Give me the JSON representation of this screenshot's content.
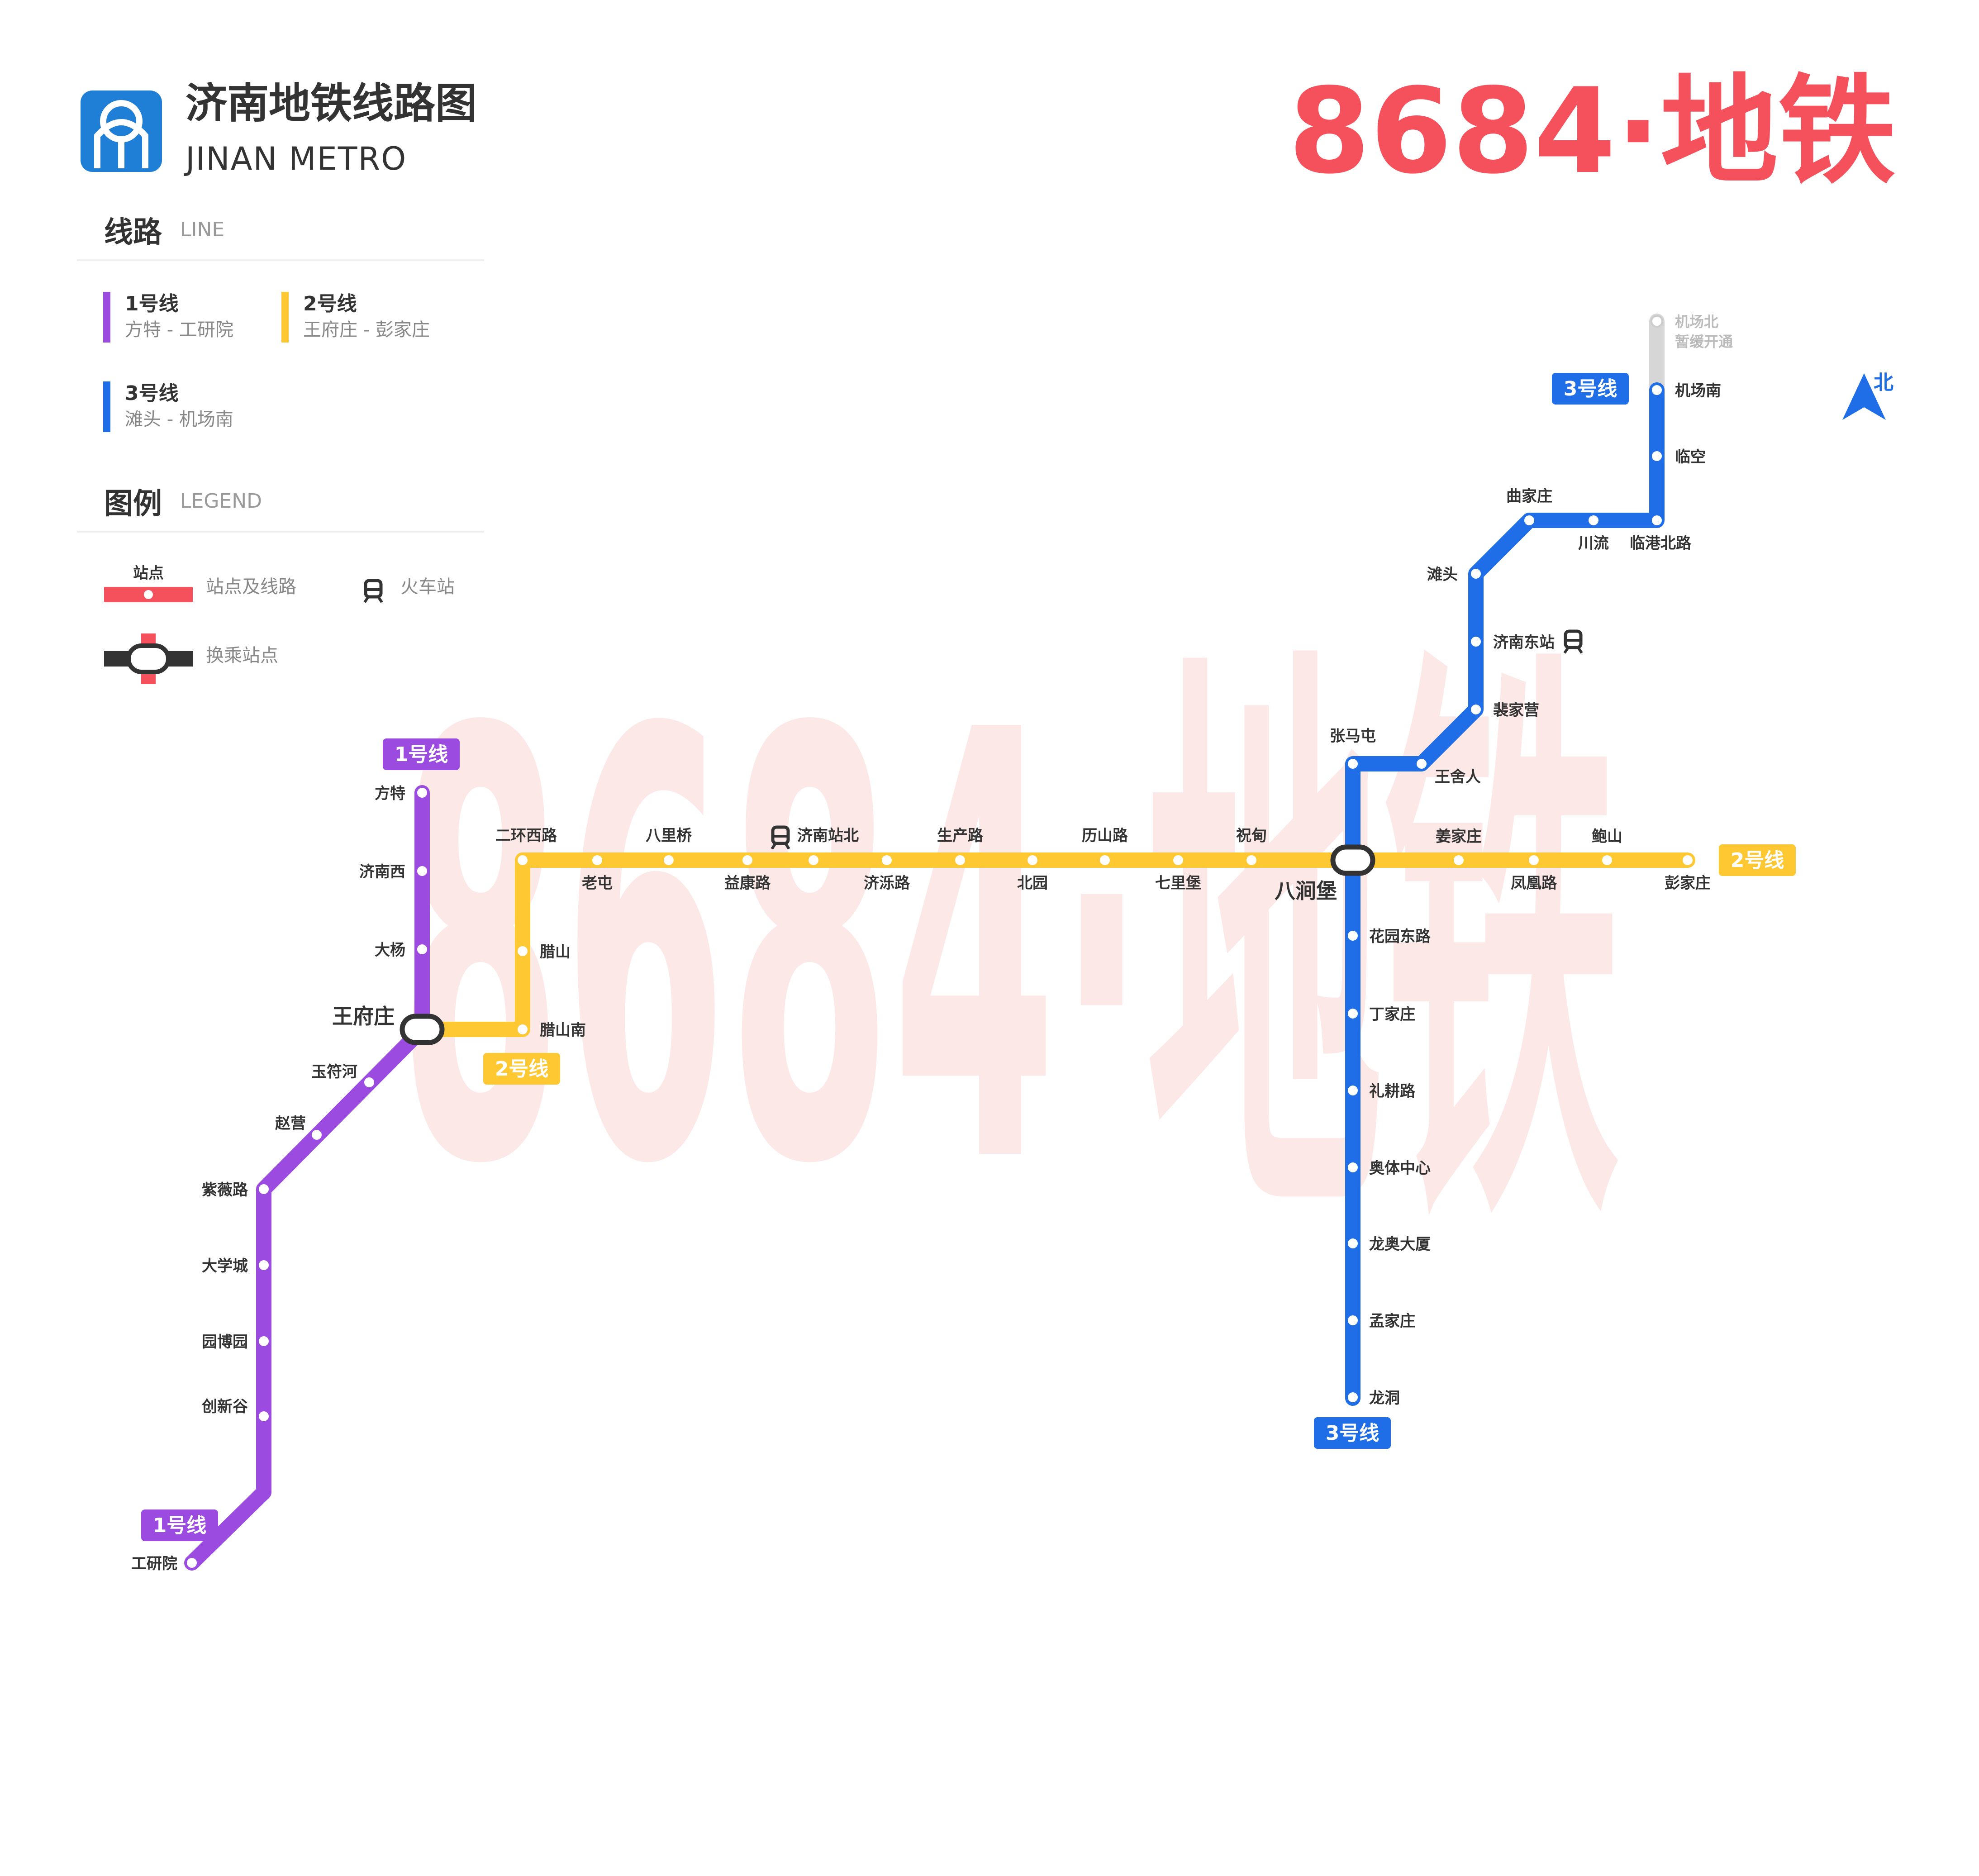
{
  "title": "济南地铁线路图",
  "subtitle": "JINAN METRO",
  "brand": "8684·地铁",
  "north_label": "北",
  "colors": {
    "line1": "#9b4be0",
    "line2": "#fdc832",
    "line3": "#1f6ee8",
    "pending": "#d6d6d6",
    "accent": "#f5515c",
    "transfer": "#333333"
  },
  "sections": {
    "line_title": "线路",
    "line_title_en": "LINE",
    "legend_title": "图例",
    "legend_title_en": "LEGEND"
  },
  "lines": [
    {
      "name": "1号线",
      "range": "方特 - 工研院"
    },
    {
      "name": "2号线",
      "range": "王府庄 - 彭家庄"
    },
    {
      "name": "3号线",
      "range": "滩头 - 机场南"
    }
  ],
  "legend": {
    "station_tag": "站点",
    "station_line": "站点及线路",
    "train_station": "火车站",
    "transfer_station": "换乘站点"
  },
  "badges": {
    "line1": "1号线",
    "line2": "2号线",
    "line3": "3号线"
  },
  "stations": {
    "line1": [
      "方特",
      "济南西",
      "大杨",
      "王府庄",
      "玉符河",
      "赵营",
      "紫薇路",
      "大学城",
      "园博园",
      "创新谷",
      "工研院"
    ],
    "line2": [
      "王府庄",
      "腊山南",
      "腊山",
      "二环西路",
      "老屯",
      "八里桥",
      "益康路",
      "济南站北",
      "济泺路",
      "生产路",
      "北园",
      "历山路",
      "七里堡",
      "祝甸",
      "八涧堡",
      "姜家庄",
      "凤凰路",
      "鲍山",
      "彭家庄"
    ],
    "line3": [
      "机场南",
      "临空",
      "临港北路",
      "川流",
      "曲家庄",
      "滩头",
      "济南东站",
      "裴家营",
      "王舍人",
      "张马屯",
      "八涧堡",
      "花园东路",
      "丁家庄",
      "礼耕路",
      "奥体中心",
      "龙奥大厦",
      "孟家庄",
      "龙洞"
    ],
    "pending": [
      "机场北",
      "暂缓开通"
    ]
  }
}
